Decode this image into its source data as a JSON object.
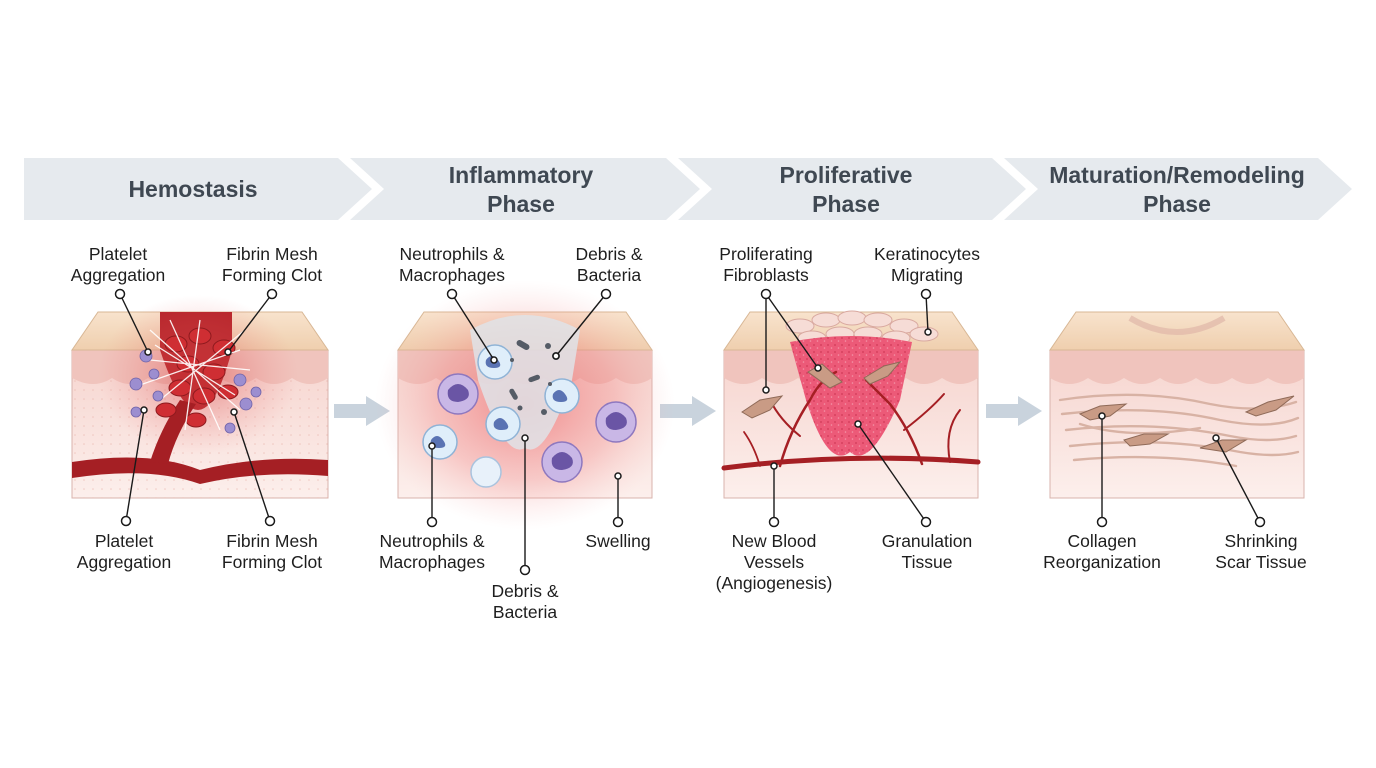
{
  "stages": [
    {
      "title": [
        "Hemostasis"
      ],
      "labels": [
        {
          "lines": [
            "Platelet",
            "Aggregation"
          ]
        },
        {
          "lines": [
            "Fibrin Mesh",
            "Forming Clot"
          ]
        },
        {
          "lines": [
            "Platelet",
            "Aggregation"
          ]
        },
        {
          "lines": [
            "Fibrin Mesh",
            "Forming Clot"
          ]
        }
      ]
    },
    {
      "title": [
        "Inflammatory",
        "Phase"
      ],
      "labels": [
        {
          "lines": [
            "Neutrophils &",
            "Macrophages"
          ]
        },
        {
          "lines": [
            "Debris &",
            "Bacteria"
          ]
        },
        {
          "lines": [
            "Neutrophils &",
            "Macrophages"
          ]
        },
        {
          "lines": [
            "Debris &",
            "Bacteria"
          ]
        },
        {
          "lines": [
            "Swelling"
          ]
        }
      ]
    },
    {
      "title": [
        "Proliferative",
        "Phase"
      ],
      "labels": [
        {
          "lines": [
            "Proliferating",
            "Fibroblasts"
          ]
        },
        {
          "lines": [
            "Keratinocytes",
            "Migrating"
          ]
        },
        {
          "lines": [
            "New Blood",
            "Vessels",
            "(Angiogenesis)"
          ]
        },
        {
          "lines": [
            "Granulation",
            "Tissue"
          ]
        }
      ]
    },
    {
      "title": [
        "Maturation/Remodeling",
        "Phase"
      ],
      "labels": [
        {
          "lines": [
            "Collagen",
            "Reorganization"
          ]
        },
        {
          "lines": [
            "Shrinking",
            "Scar Tissue"
          ]
        }
      ]
    }
  ],
  "colors": {
    "banner": "#e6eaee",
    "banner_text": "#3f4852",
    "epidermis": "#f3d9bf",
    "dermis_top": "#f1c6c0",
    "dermis": "#fbe9e6",
    "blood_vessel": "#a51f24",
    "clot": "#c8282d",
    "platelet": "#9c8ed0",
    "granulation": "#ec5a78",
    "arrow": "#c9d3dd"
  }
}
